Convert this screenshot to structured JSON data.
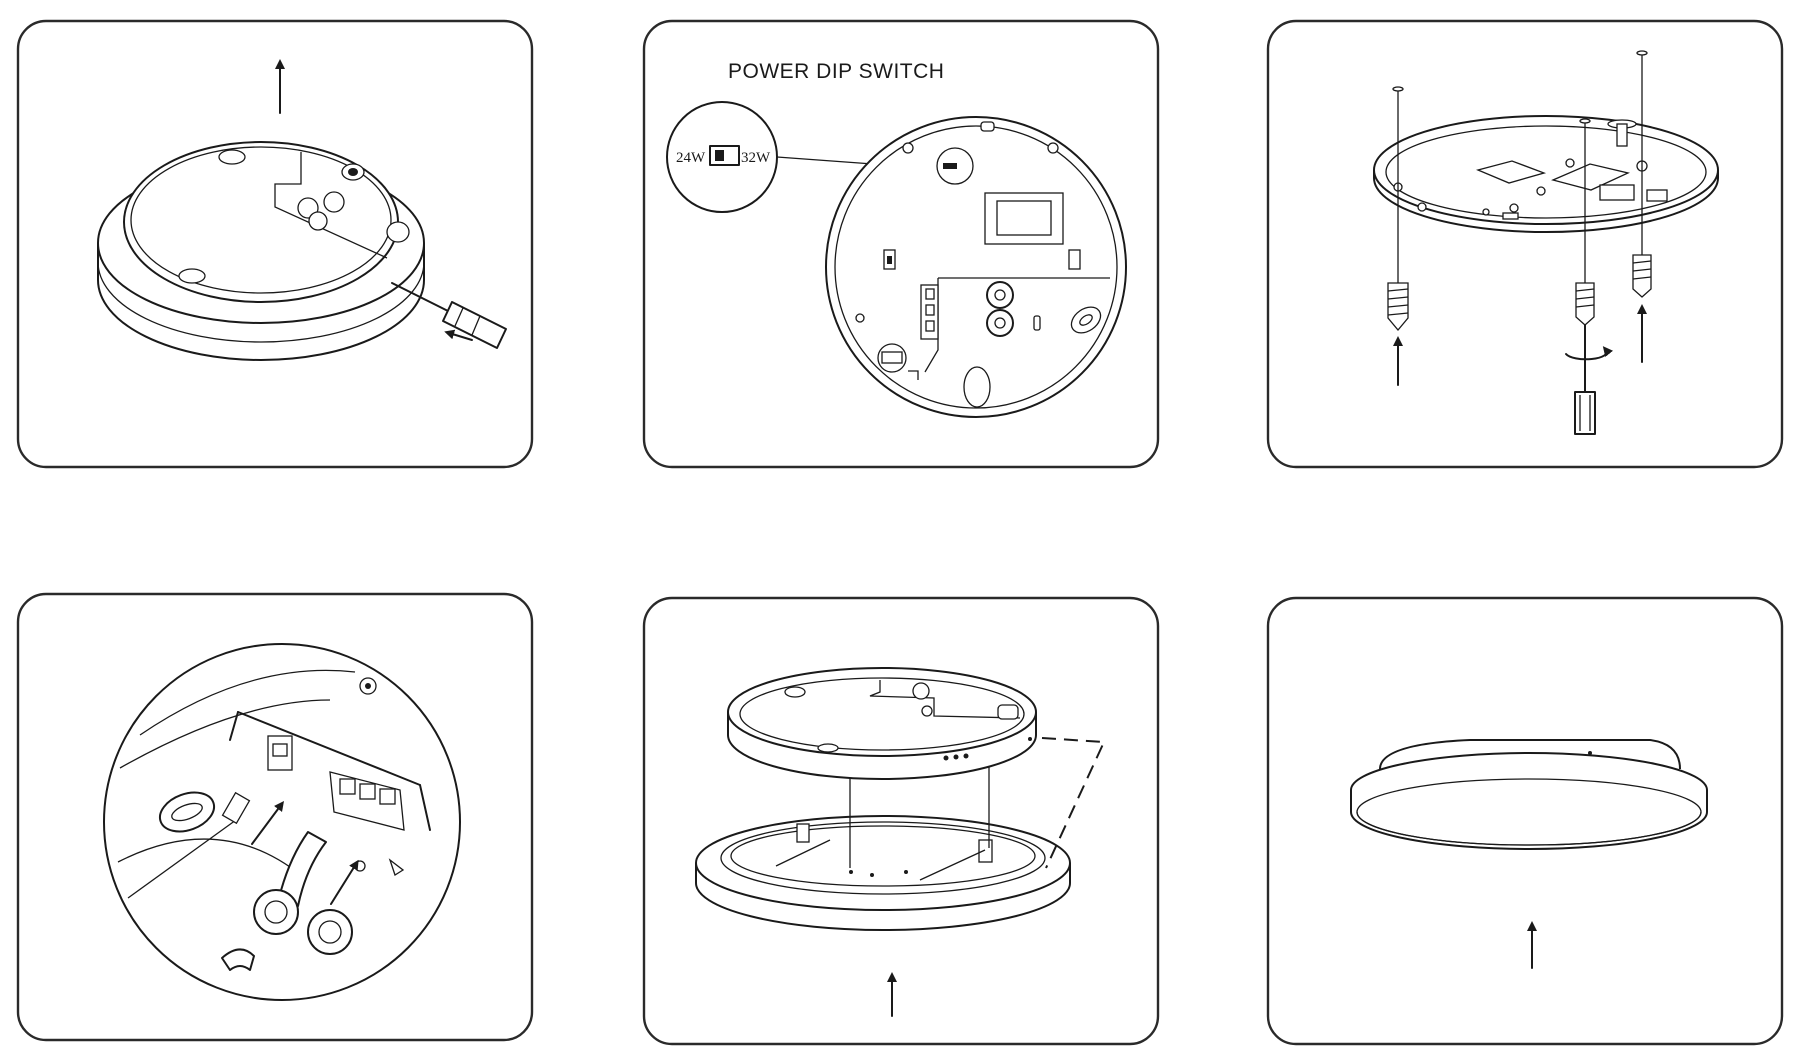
{
  "diagram": {
    "step2": {
      "label": "POWER DIP SWITCH",
      "switch_left": "24W",
      "switch_right": "32W"
    }
  }
}
